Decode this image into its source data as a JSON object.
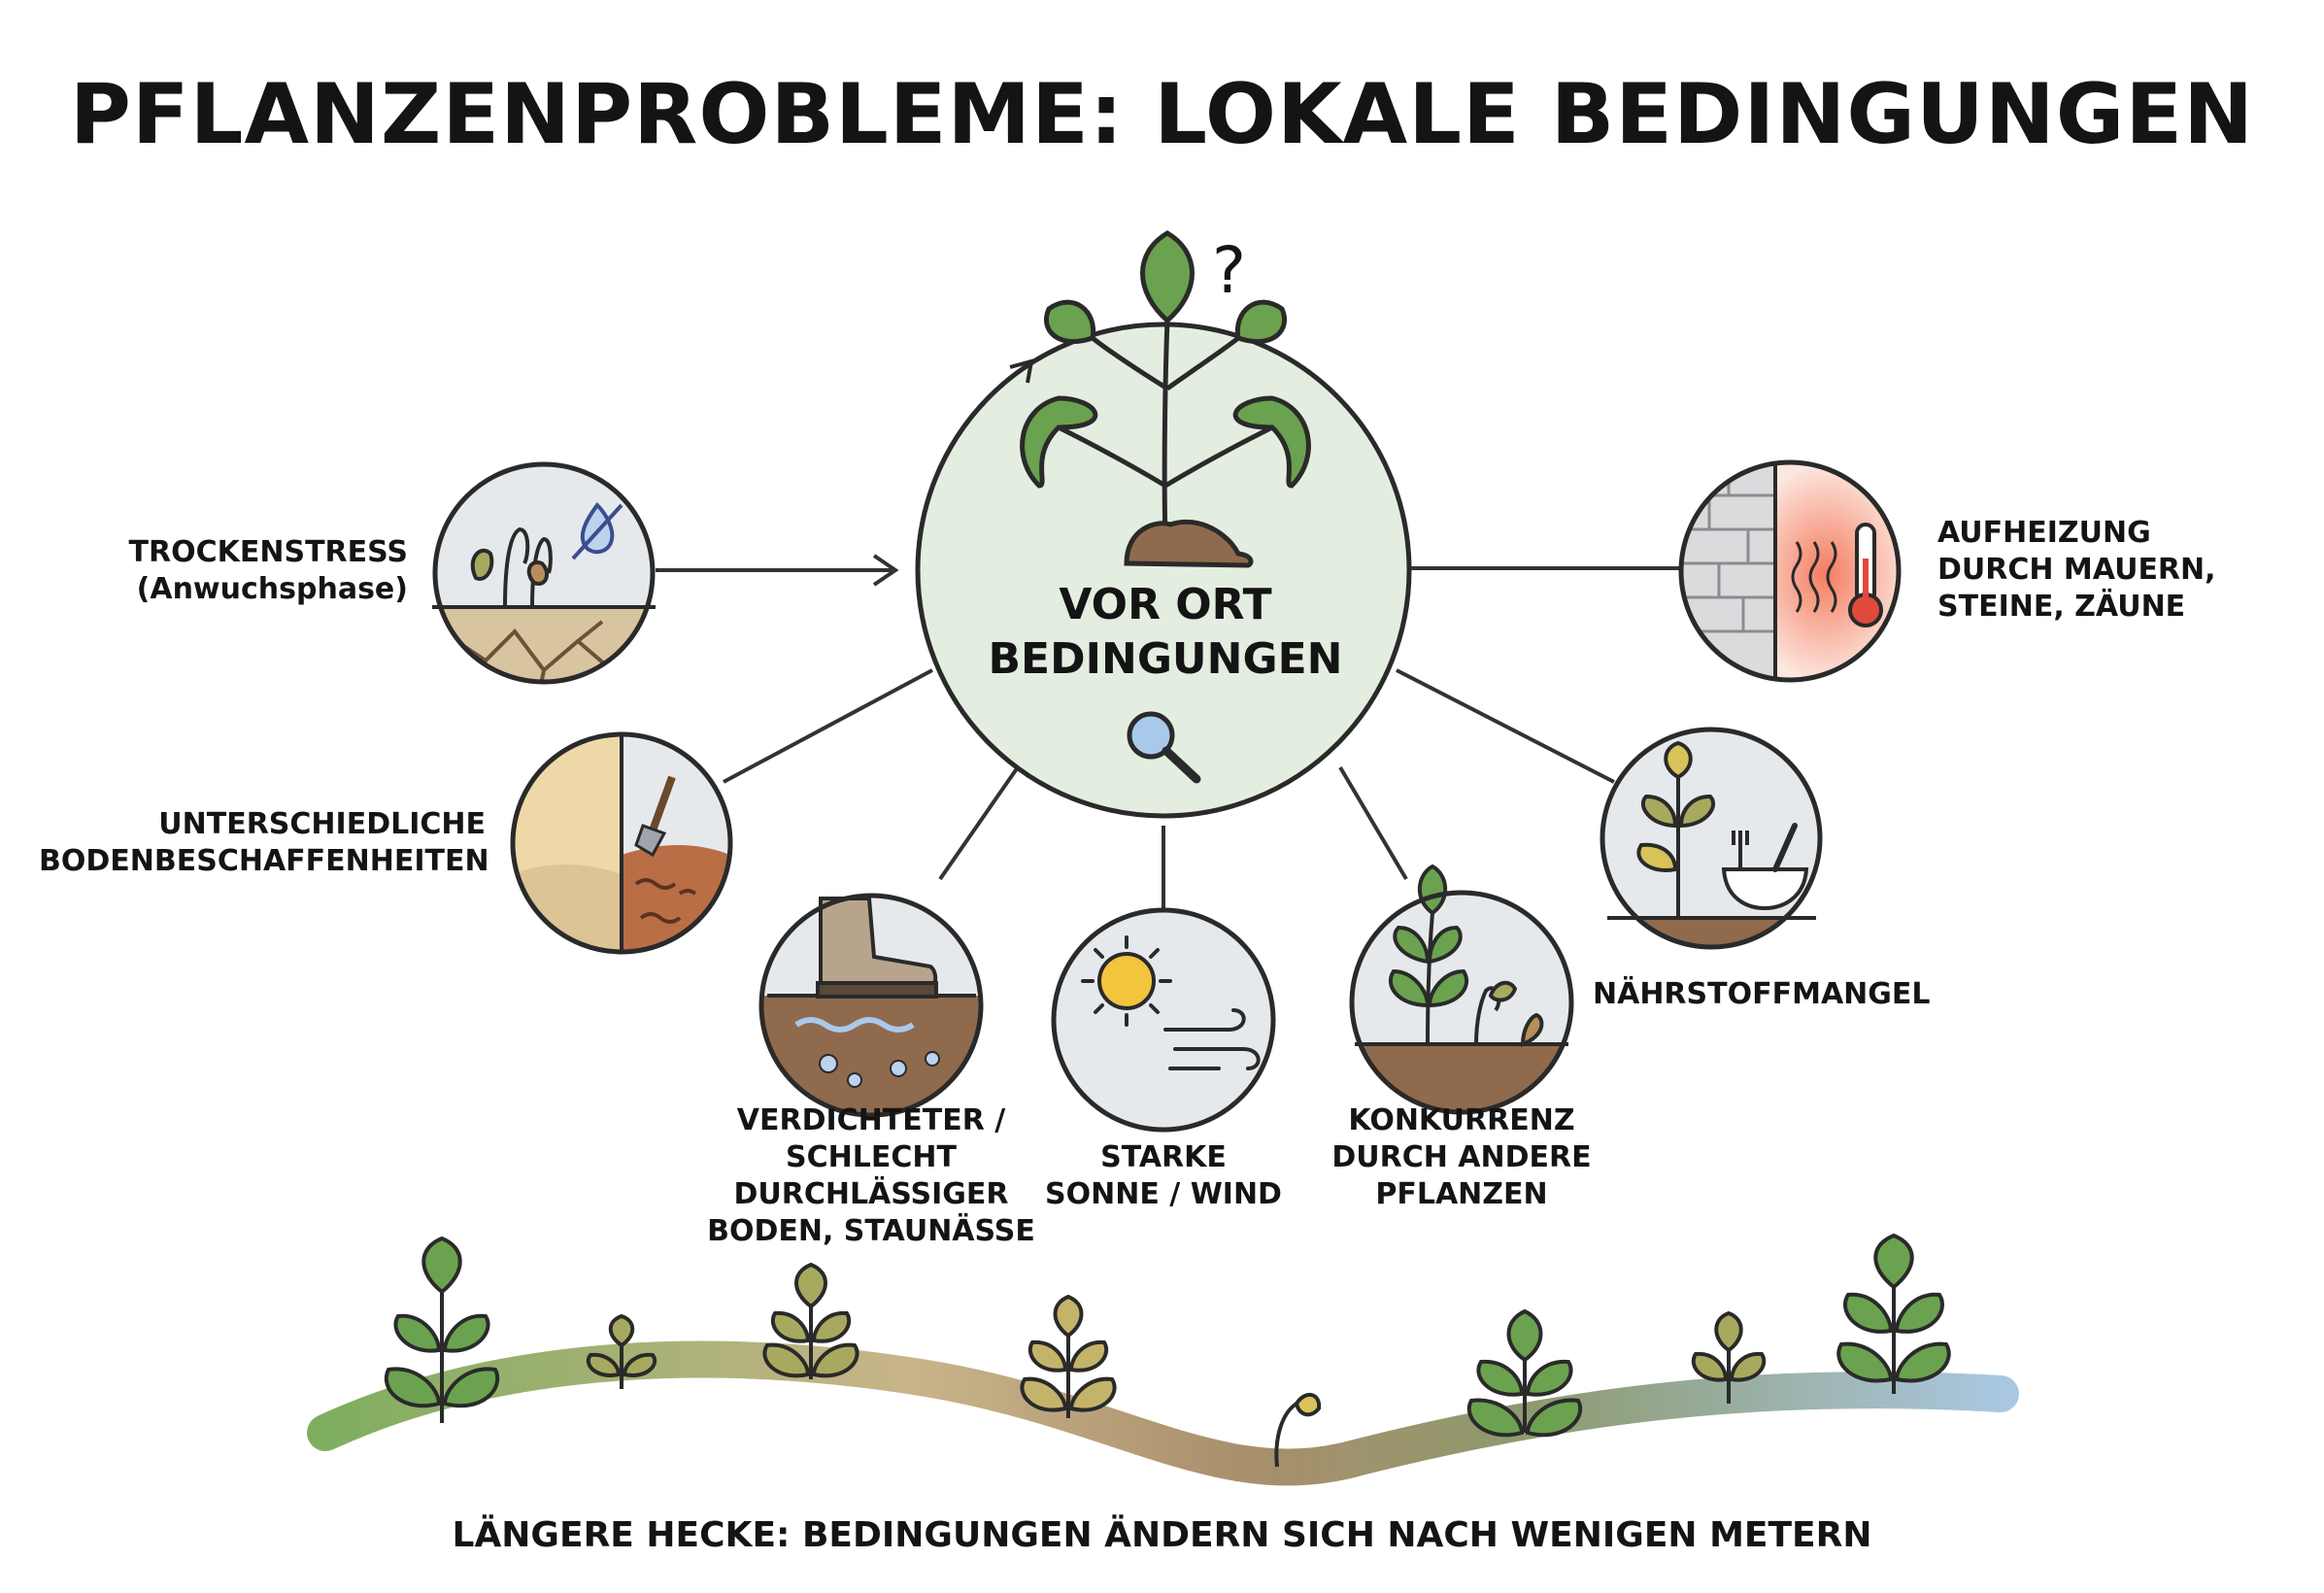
{
  "title": "PFLANZENPROBLEME: LOKALE BEDINGUNGEN",
  "center": {
    "lines": [
      "VOR ORT",
      "BEDINGUNGEN"
    ],
    "question_mark": "?",
    "icons": [
      "plant-icon",
      "magnifier-icon",
      "cycle-arrow-icon"
    ]
  },
  "nodes": [
    {
      "id": "trockenstress",
      "lines": [
        "TROCKENSTRESS",
        "(Anwuchsphase)"
      ],
      "icon": "drought-plant-icon"
    },
    {
      "id": "boden",
      "lines": [
        "UNTERSCHIEDLICHE",
        "BODENBESCHAFFENHEITEN"
      ],
      "icon": "soil-types-icon"
    },
    {
      "id": "verdichtet",
      "lines": [
        "VERDICHTETER /",
        "SCHLECHT",
        "DURCHLÄSSIGER",
        "BODEN, STAUNÄSSE"
      ],
      "icon": "boot-compaction-icon"
    },
    {
      "id": "sonne",
      "lines": [
        "STARKE",
        "SONNE / WIND"
      ],
      "icon": "sun-wind-icon"
    },
    {
      "id": "konkurrenz",
      "lines": [
        "KONKURRENZ",
        "DURCH ANDERE",
        "PFLANZEN"
      ],
      "icon": "competing-plants-icon"
    },
    {
      "id": "naehrstoff",
      "lines": [
        "NÄHRSTOFFMANGEL"
      ],
      "icon": "nutrient-bowl-icon"
    },
    {
      "id": "aufheizung",
      "lines": [
        "AUFHEIZUNG",
        "DURCH MAUERN,",
        "STEINE, ZÄUNE"
      ],
      "icon": "wall-heat-thermometer-icon"
    }
  ],
  "footer": "LÄNGERE HECKE: BEDINGUNGEN ÄNDERN SICH NACH WENIGEN METERN",
  "colors": {
    "leaf_green": "#6aa24f",
    "leaf_olive": "#a7aa5e",
    "leaf_yellow": "#d8c25a",
    "soil_brown": "#8f6a4d",
    "center_fill": "#e3eee1",
    "circle_fill": "#e6e9ec",
    "outline": "#2a2a2a"
  }
}
